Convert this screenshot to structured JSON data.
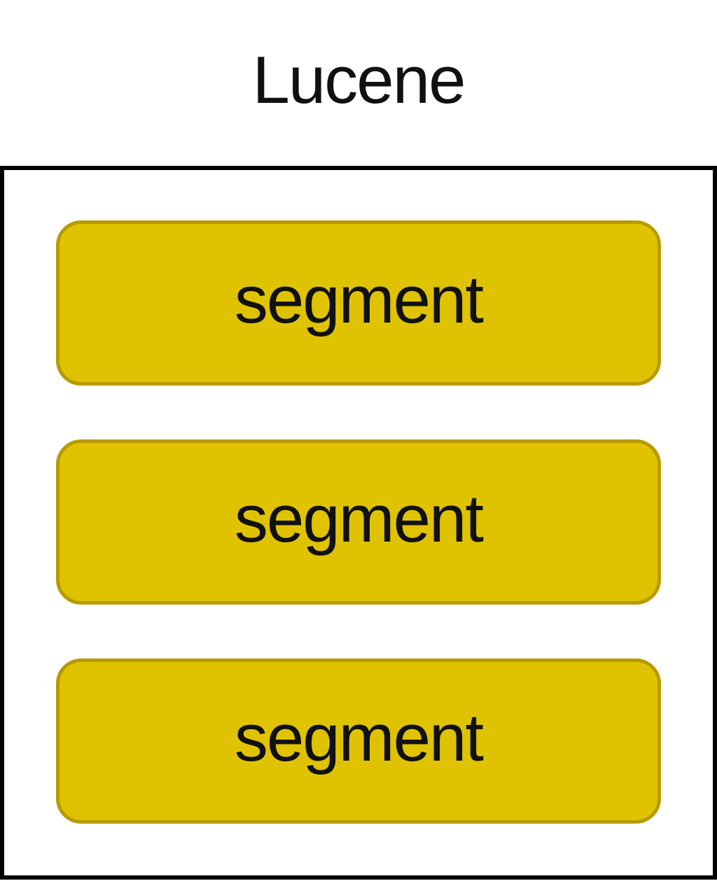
{
  "title": "Lucene",
  "segments": [
    {
      "label": "segment"
    },
    {
      "label": "segment"
    },
    {
      "label": "segment"
    }
  ],
  "colors": {
    "segment_fill": "#e0c300",
    "segment_border": "#b89a00",
    "container_border": "#000000",
    "text": "#111111"
  }
}
